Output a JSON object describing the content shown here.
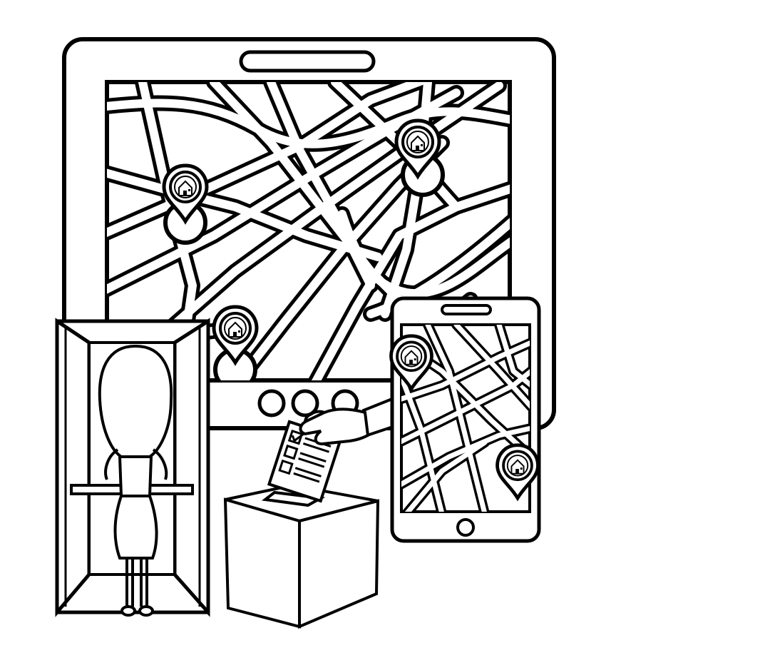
{
  "colors": {
    "line": "#000000",
    "fill": "#ffffff"
  },
  "illustration": {
    "tablet": {
      "icon": "tablet-device"
    },
    "phone": {
      "icon": "smartphone-device"
    },
    "map_pins": [
      {
        "icon": "home-location-pin"
      },
      {
        "icon": "home-location-pin"
      },
      {
        "icon": "home-location-pin"
      },
      {
        "icon": "home-location-pin"
      },
      {
        "icon": "home-location-pin"
      }
    ],
    "voter": {
      "icon": "woman-voter"
    },
    "voting_booth": {
      "icon": "voting-booth"
    },
    "ballot_box": {
      "icon": "ballot-box"
    },
    "ballot": {
      "icon": "ballot-paper"
    },
    "hand": {
      "icon": "hand-casting-vote"
    }
  }
}
